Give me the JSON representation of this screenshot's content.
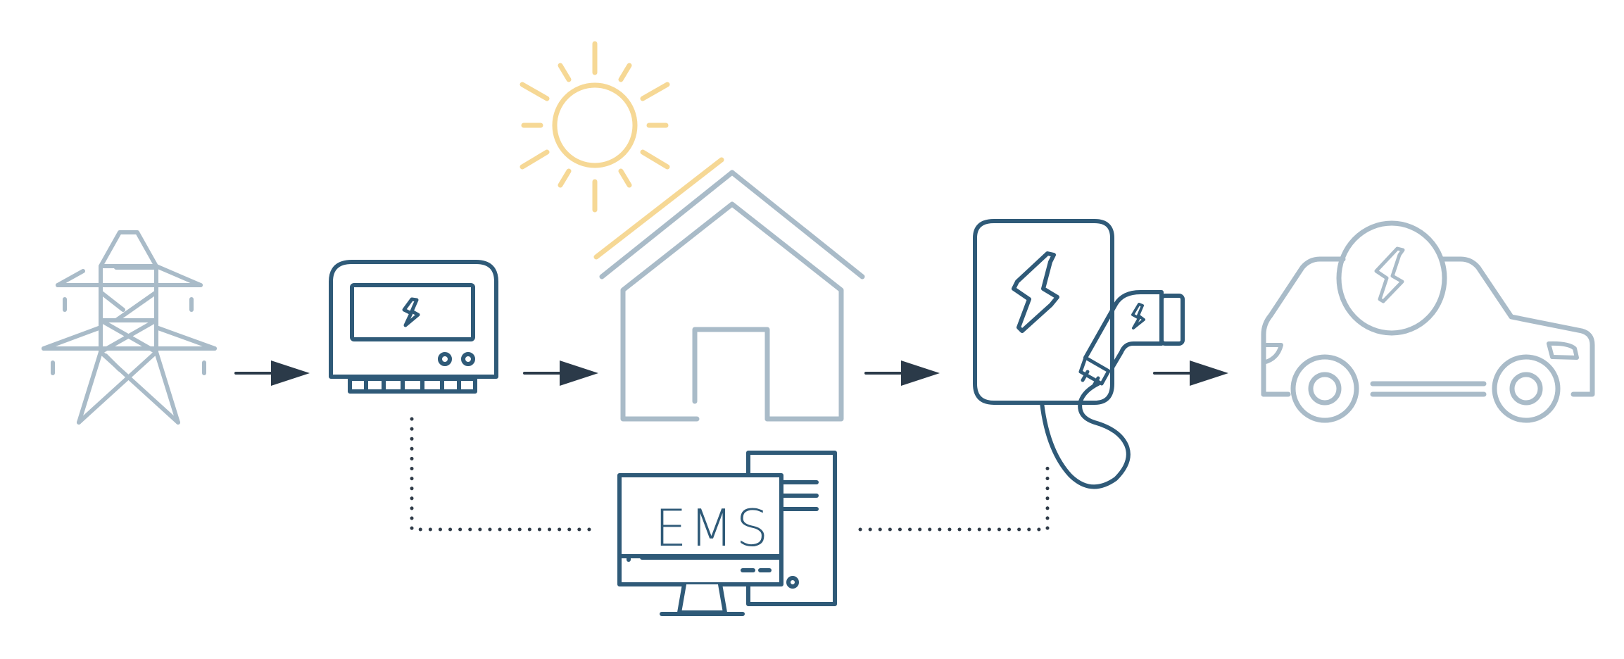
{
  "diagram": {
    "ems_label": "EMS",
    "colors": {
      "dark": "#2f5a78",
      "light": "#a9bbc8",
      "sun": "#f6d895",
      "arrow": "#2b3a49"
    },
    "nodes": [
      {
        "id": "grid",
        "icon": "power-pylon-icon"
      },
      {
        "id": "meter",
        "icon": "smart-meter-icon"
      },
      {
        "id": "house",
        "icon": "house-with-solar-icon"
      },
      {
        "id": "charger",
        "icon": "ev-charger-icon"
      },
      {
        "id": "car",
        "icon": "electric-car-icon"
      },
      {
        "id": "ems",
        "icon": "ems-computer-icon"
      }
    ]
  }
}
